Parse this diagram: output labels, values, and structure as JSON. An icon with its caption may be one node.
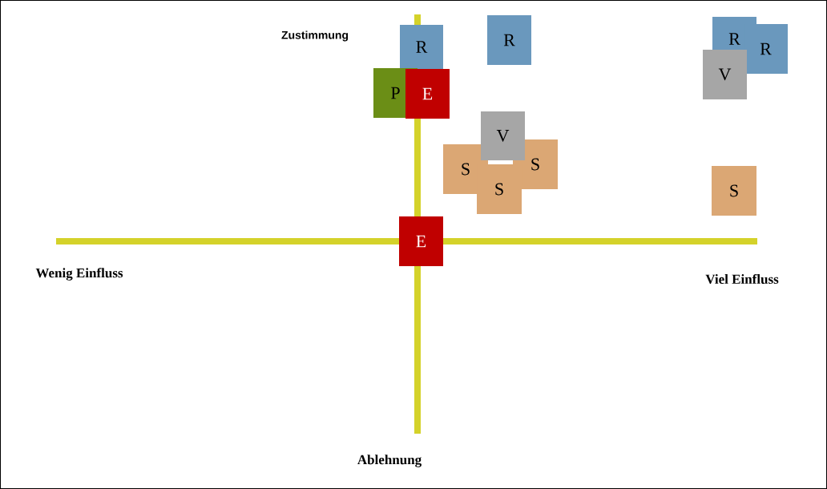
{
  "diagram": {
    "nodes": [
      {
        "text": [
          "R"
        ]
      },
      {
        "text": [
          "R"
        ]
      },
      {
        "text": [
          "R"
        ]
      },
      {
        "text": [
          "R"
        ]
      },
      {
        "text": [
          "V"
        ]
      },
      {
        "text": [
          "P"
        ]
      },
      {
        "text": [
          "E"
        ]
      },
      {
        "text": [
          "V"
        ]
      },
      {
        "text": [
          "S"
        ]
      },
      {
        "text": [
          "S"
        ]
      },
      {
        "text": [
          "S"
        ]
      },
      {
        "text": [
          "S"
        ]
      },
      {
        "text": [
          "E"
        ]
      }
    ],
    "labels": [
      "Zustimmung",
      "Wenig Einfluss",
      "Viel Einfluss",
      "Ablehnung"
    ]
  }
}
